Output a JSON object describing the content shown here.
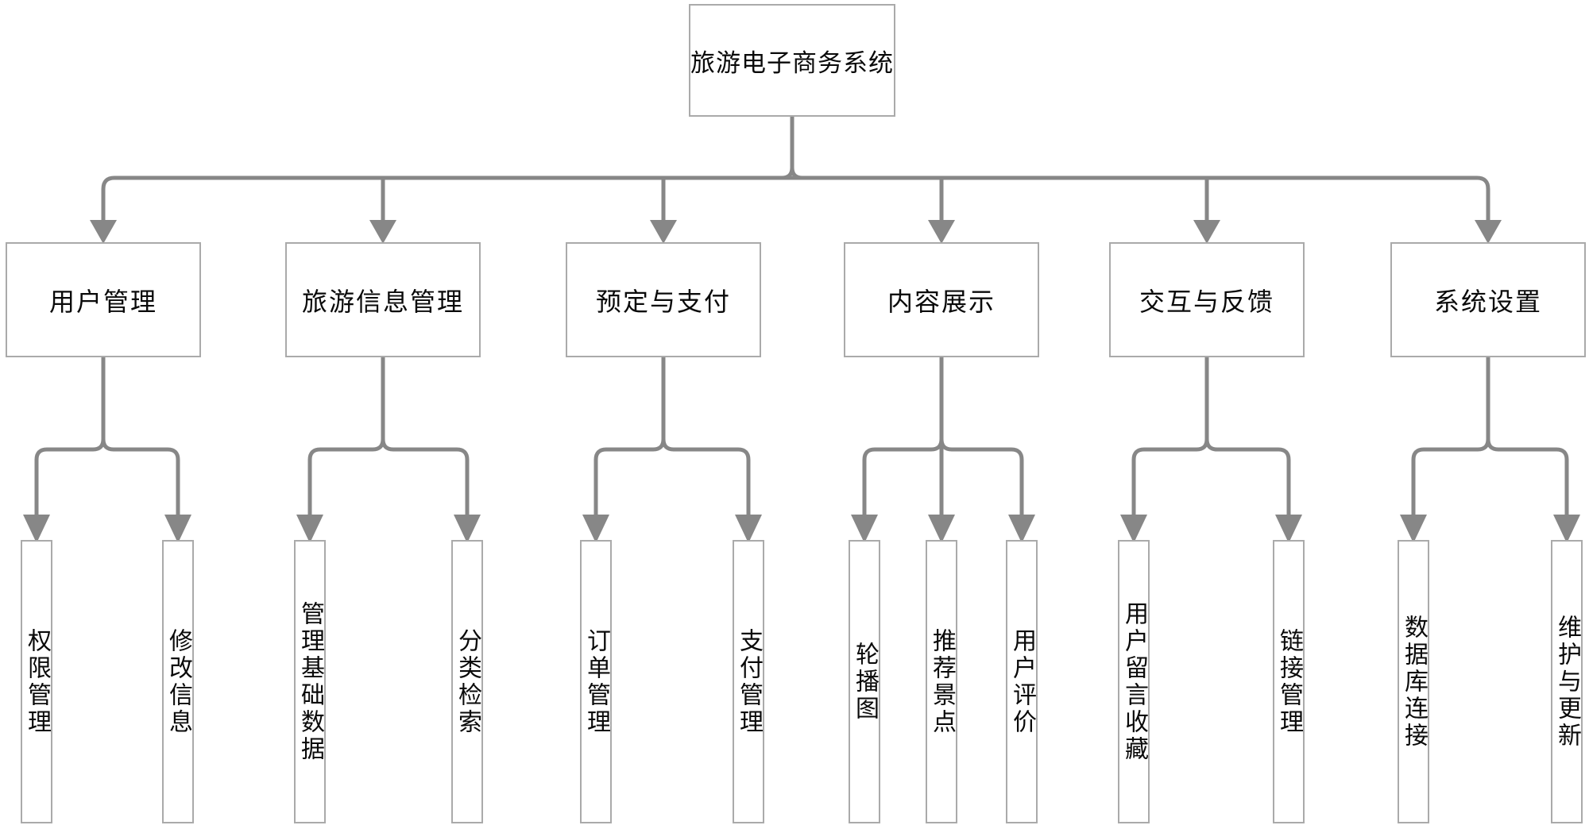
{
  "root": {
    "label": "旅游电子商务系统"
  },
  "branches": [
    {
      "label": "用户管理",
      "children": [
        {
          "label": "权限管理"
        },
        {
          "label": "修改信息"
        }
      ]
    },
    {
      "label": "旅游信息管理",
      "children": [
        {
          "label": "管理基础数据"
        },
        {
          "label": "分类检索"
        }
      ]
    },
    {
      "label": "预定与支付",
      "children": [
        {
          "label": "订单管理"
        },
        {
          "label": "支付管理"
        }
      ]
    },
    {
      "label": "内容展示",
      "children": [
        {
          "label": "轮播图"
        },
        {
          "label": "推荐景点"
        },
        {
          "label": "用户评价"
        }
      ]
    },
    {
      "label": "交互与反馈",
      "children": [
        {
          "label": "用户留言收藏"
        },
        {
          "label": "链接管理"
        }
      ]
    },
    {
      "label": "系统设置",
      "children": [
        {
          "label": "数据库连接"
        },
        {
          "label": "维护与更新"
        }
      ]
    }
  ],
  "colors": {
    "connector": "#878787",
    "box_border": "#aaaaaa",
    "box_fill": "#ffffff",
    "text": "#0a0a0a",
    "background": "#ffffff"
  }
}
